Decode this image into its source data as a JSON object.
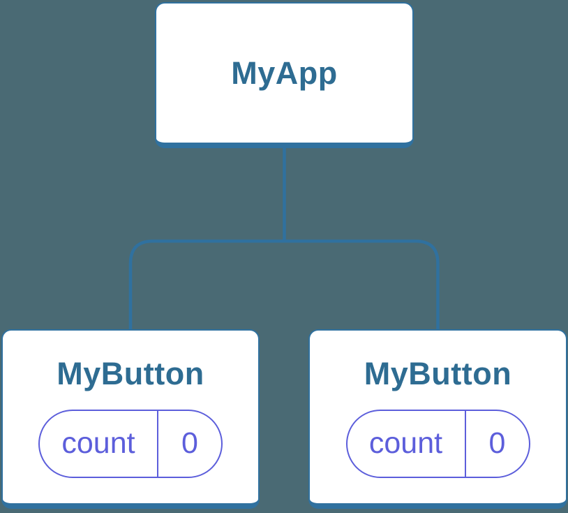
{
  "colors": {
    "background": "#4A6A74",
    "line": "#30719F",
    "title_text": "#2E6C92",
    "state": "#5C5EDB",
    "node_fill": "#FFFFFF"
  },
  "tree": {
    "root": {
      "title": "MyApp"
    },
    "children": [
      {
        "title": "MyButton",
        "state": {
          "label": "count",
          "value": "0"
        }
      },
      {
        "title": "MyButton",
        "state": {
          "label": "count",
          "value": "0"
        }
      }
    ]
  }
}
